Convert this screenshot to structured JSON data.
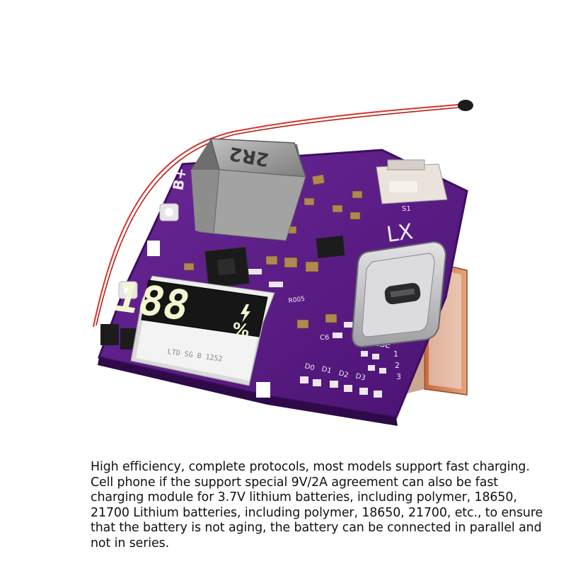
{
  "product_photo": {
    "alt": "Purple PCB power bank charging module with LED percentage display, USB-A and USB-C ports, inductor and thermistor wire",
    "inductor_marking": "2R2",
    "board_label_lx": "LX",
    "board_label_bplus": "B+",
    "switch_label": "S1",
    "display_digits": "188",
    "display_unit": "%",
    "bolt_icon": "lightning-bolt-icon",
    "resistor_label": "R005",
    "cap_label_c6": "C6",
    "label_cs": "CSE",
    "led_labels": [
      "D0",
      "D1",
      "D2",
      "D3"
    ],
    "led_numbers": [
      "1",
      "2",
      "3"
    ],
    "display_sticker": "LTD SG B 1252"
  },
  "caption": {
    "text": "High efficiency, complete protocols, most models support fast charging. Cell phone if the support special 9V/2A agreement can also be fast charging module for 3.7V lithium batteries, including polymer, 18650, 21700 Lithium batteries, including polymer, 18650, 21700, etc., to ensure that the battery is not aging, the battery can be connected in parallel and not in series."
  },
  "colors": {
    "pcb": "#5b1a86",
    "pcb_edge": "#3d0f5e",
    "silk": "#f2eaf6",
    "inductor": "#9a9a9a",
    "display_bg": "#1a1a1a",
    "display_seg": "#f3f6cf",
    "usb_metal": "#c9c9cc",
    "wire": "#d8332a"
  }
}
